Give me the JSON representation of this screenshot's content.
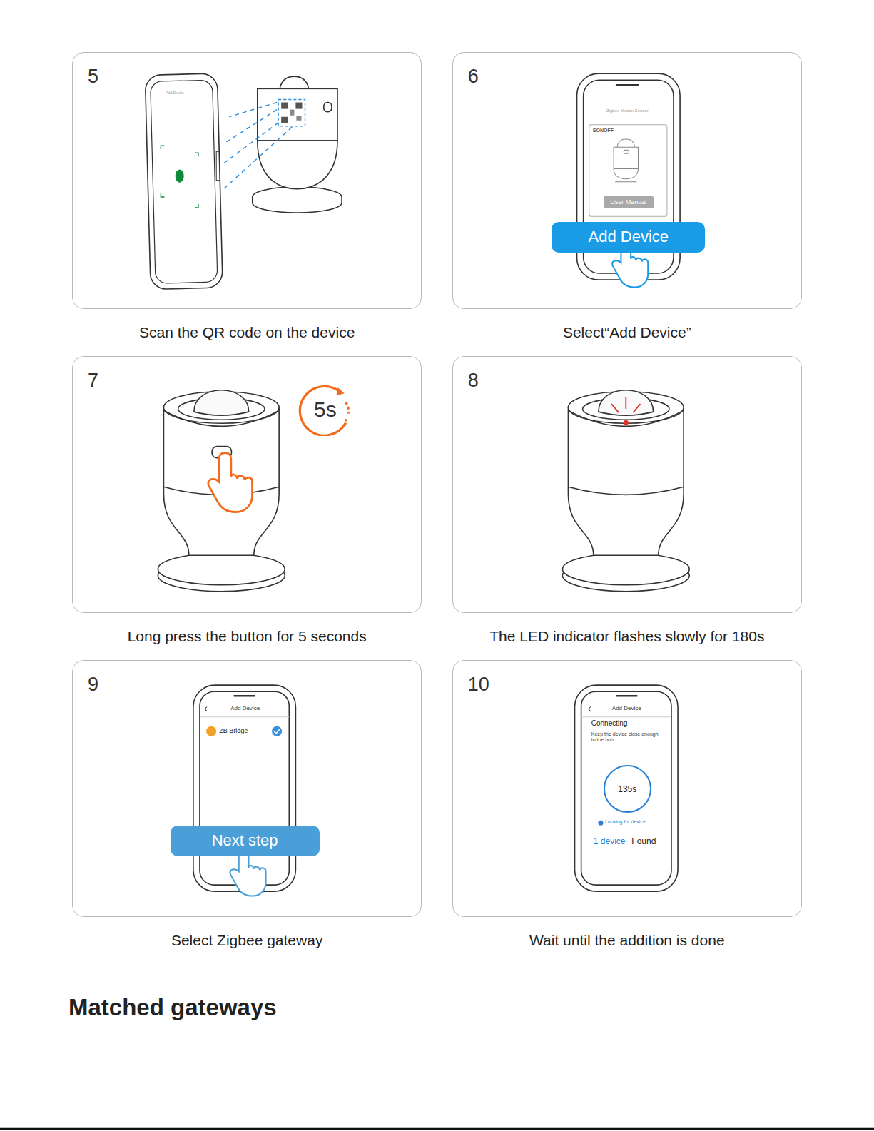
{
  "diagram": {
    "nodes": [
      {
        "text": [
          "5",
          "Scan the QR code on the device"
        ]
      },
      {
        "text": [
          "6",
          "Select“Add Device”"
        ]
      },
      {
        "text": [
          "User Manual"
        ],
        "in": 1
      },
      {
        "text": [
          "Add Device"
        ],
        "in": 1
      },
      {
        "text": [
          "7",
          "Long press the button for 5 seconds"
        ]
      },
      {
        "text": [
          "5s"
        ],
        "in": 4
      },
      {
        "text": [
          "8",
          "The LED indicator flashes slowly for 180s"
        ]
      },
      {
        "text": [
          "9",
          "Select Zigbee gateway"
        ]
      },
      {
        "text": [
          "Next step"
        ],
        "in": 7
      },
      {
        "text": [
          "10",
          "Wait until the addition is done"
        ]
      },
      {
        "text": [
          "135s"
        ],
        "in": 9
      }
    ],
    "labels": [
      "Add Device",
      "Zigbee Motion Sensor",
      "SONOFF",
      "Add Device",
      "ZB Bridge",
      "Add Device",
      "Connecting",
      "Keep the device close enough to the hub.",
      "Looking for device",
      "1 device",
      "Found",
      "Matched gateways"
    ]
  }
}
